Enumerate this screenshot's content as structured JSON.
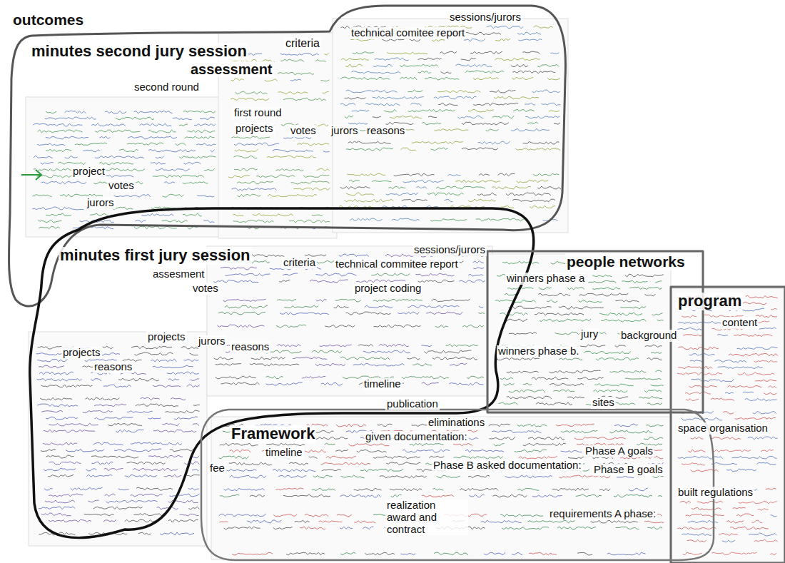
{
  "diagram": {
    "title": "outcomes",
    "nodes": [
      {
        "text": [
          "minutes second jury session",
          "criteria",
          "assessment",
          "technical comitee report",
          "sessions/jurors",
          "second round",
          "first round",
          "projects",
          "votes",
          "jurors",
          "reasons",
          "project",
          "votes",
          "jurors"
        ]
      },
      {
        "text": [
          "minutes first jury session",
          "assesment",
          "votes",
          "criteria",
          "technical commitee report",
          "sessions/jurors",
          "project coding",
          "projects",
          "jurors",
          "reasons",
          "projects",
          "reasons",
          "timeline",
          "publication"
        ]
      },
      {
        "text": [
          "people networks",
          "winners phase a",
          "jury",
          "background",
          "winners phase b.",
          "sites"
        ]
      },
      {
        "text": [
          "program",
          "content",
          "space organisation",
          "built regulations"
        ]
      },
      {
        "text": [
          "Framework",
          "eliminations",
          "given documentation:",
          "timeline",
          "fee",
          "Phase B asked documentation:",
          "Phase A goals",
          "Phase B goals",
          "realization award and contract",
          "requirements A phase:"
        ]
      }
    ]
  }
}
